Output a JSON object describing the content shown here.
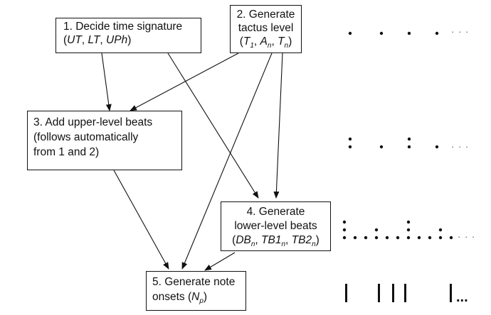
{
  "boxes": {
    "b1": {
      "line1": "1. Decide time signature",
      "open": "(",
      "v1": "UT",
      "sep1": ", ",
      "v2": "LT",
      "sep2": ", ",
      "v3": "UPh",
      "close": ")"
    },
    "b2": {
      "line1": "2. Generate",
      "line2": "tactus level",
      "open": "(",
      "v1": "T",
      "s1": "1",
      "sep1": ", ",
      "v2": "A",
      "s2": "n",
      "sep2": ", ",
      "v3": "T",
      "s3": "n",
      "close": ")"
    },
    "b3": {
      "line1": "3. Add upper-level beats",
      "line2": "(follows automatically",
      "line3": "from 1 and 2)"
    },
    "b4": {
      "line1": "4. Generate",
      "line2": "lower-level beats",
      "open": "(",
      "v1": "DB",
      "s1": "n",
      "sep1": ", ",
      "v2": "TB1",
      "s2": "n",
      "sep2": ", ",
      "v3": "TB2",
      "s3": "n",
      "close": ")"
    },
    "b5": {
      "line1": "5. Generate note",
      "line2pre": "onsets (",
      "v1": "N",
      "s1": "p",
      "close": ")"
    }
  },
  "ellipsis": "· · ·",
  "bottom_ellipsis": "..."
}
